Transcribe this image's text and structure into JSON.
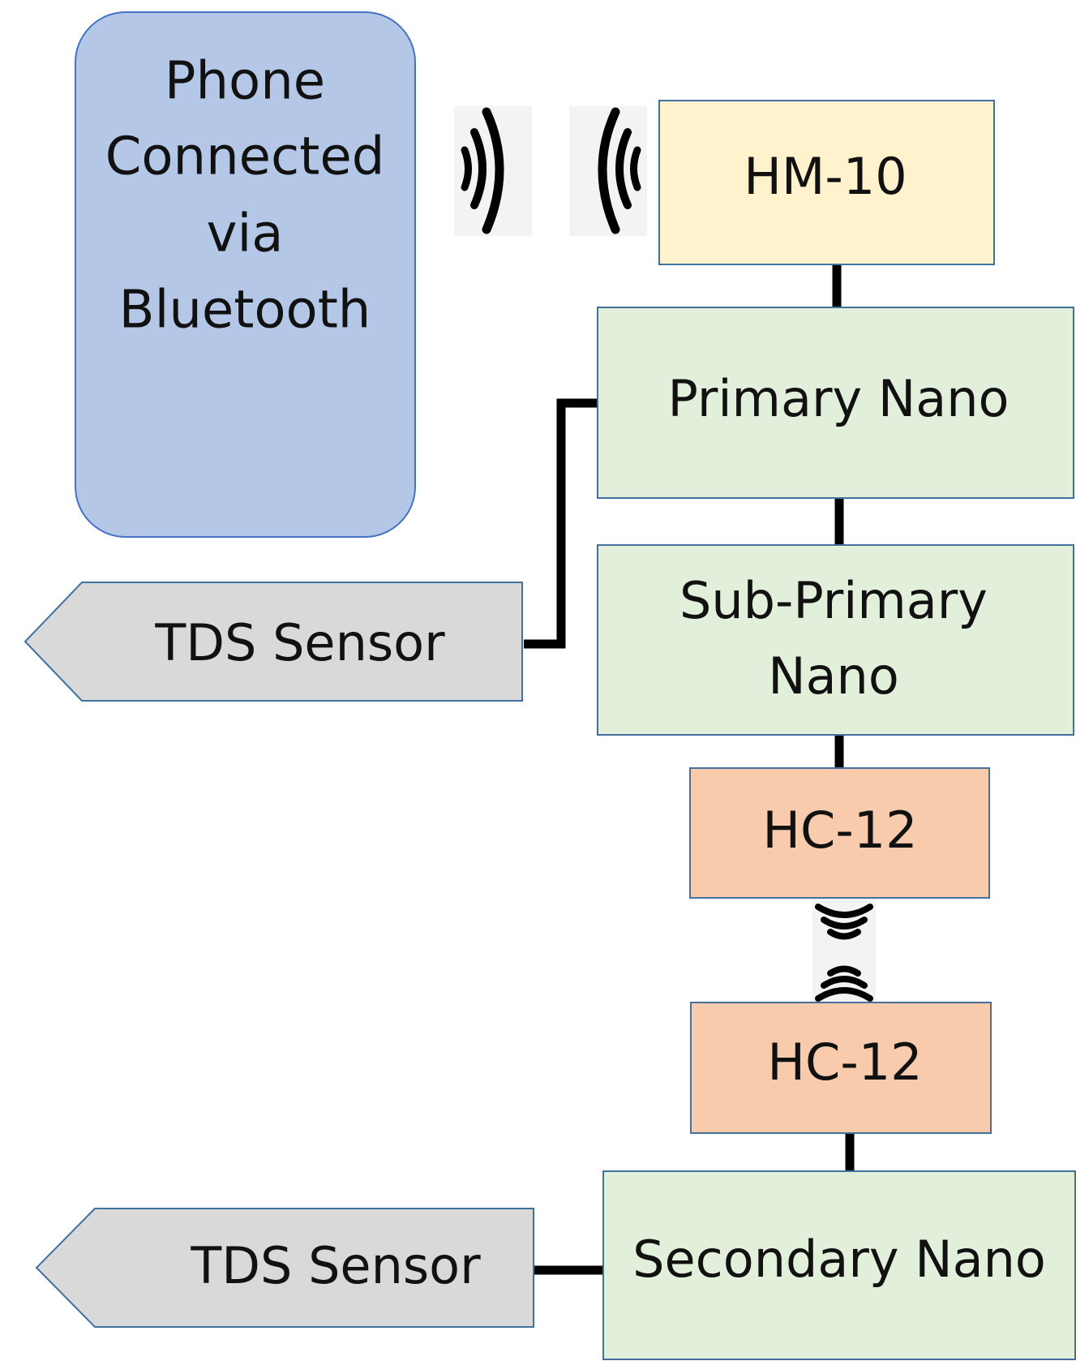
{
  "phone": {
    "lines": [
      "Phone",
      "Connected",
      "via",
      "Bluetooth"
    ]
  },
  "hm10": {
    "label": "HM-10"
  },
  "primary_nano": {
    "label": "Primary Nano"
  },
  "sub_primary_nano": {
    "lines": [
      "Sub-Primary",
      "Nano"
    ]
  },
  "hc12_top": {
    "label": "HC-12"
  },
  "hc12_bottom": {
    "label": "HC-12"
  },
  "secondary_nano": {
    "label": "Secondary Nano"
  },
  "tds_sensor_top": {
    "label": "TDS Sensor"
  },
  "tds_sensor_bottom": {
    "label": "TDS Sensor"
  },
  "icons": {
    "bluetooth_signal": "wireless-signal-icon",
    "radio_signal": "radio-signal-icon"
  },
  "colors": {
    "phone_fill": "#b4c7e7",
    "phone_stroke": "#4472c4",
    "hm10_fill": "#fff2cc",
    "nano_fill": "#e2efda",
    "hc12_fill": "#f8cbad",
    "sensor_fill": "#d9d9d9",
    "box_stroke": "#41719c"
  }
}
